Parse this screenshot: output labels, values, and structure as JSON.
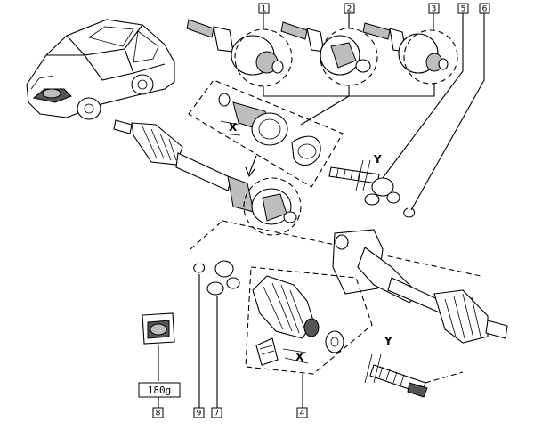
{
  "callouts": {
    "c1": "1",
    "c2": "2",
    "c3": "3",
    "c4": "4",
    "c5": "5",
    "c6": "6",
    "c7": "7",
    "c8": "8",
    "c9": "9"
  },
  "labels": {
    "x_top": "X",
    "y_top": "Y",
    "x_bottom": "X",
    "y_bottom": "Y"
  },
  "grease_weight": "180g"
}
